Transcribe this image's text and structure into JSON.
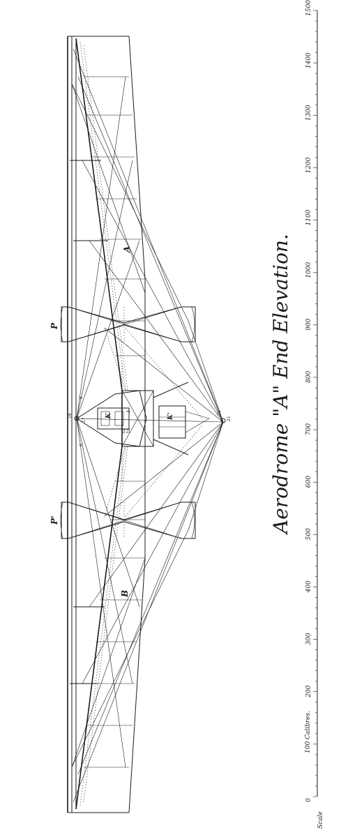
{
  "title": "Aerodrome \"A\"  End Elevation.",
  "labels": {
    "wing_a": "A",
    "wing_b": "B",
    "propeller_p": "P",
    "propeller_p_prime": "P'",
    "hull_k": "K",
    "hull_k_prime": "K'"
  },
  "point_numbers": {
    "n18": "18",
    "n17": "17",
    "n6": "6",
    "n6b": "6",
    "n21": "21",
    "n21b": "21",
    "n3": "3",
    "n32": "32",
    "n31": "31"
  },
  "scale": {
    "label": "Scale",
    "unit_note": "100 Calibres.",
    "ticks": [
      "0",
      "200",
      "300",
      "400",
      "500",
      "600",
      "700",
      "800",
      "900",
      "1000",
      "1100",
      "1200",
      "1300",
      "1400",
      "1500"
    ]
  }
}
